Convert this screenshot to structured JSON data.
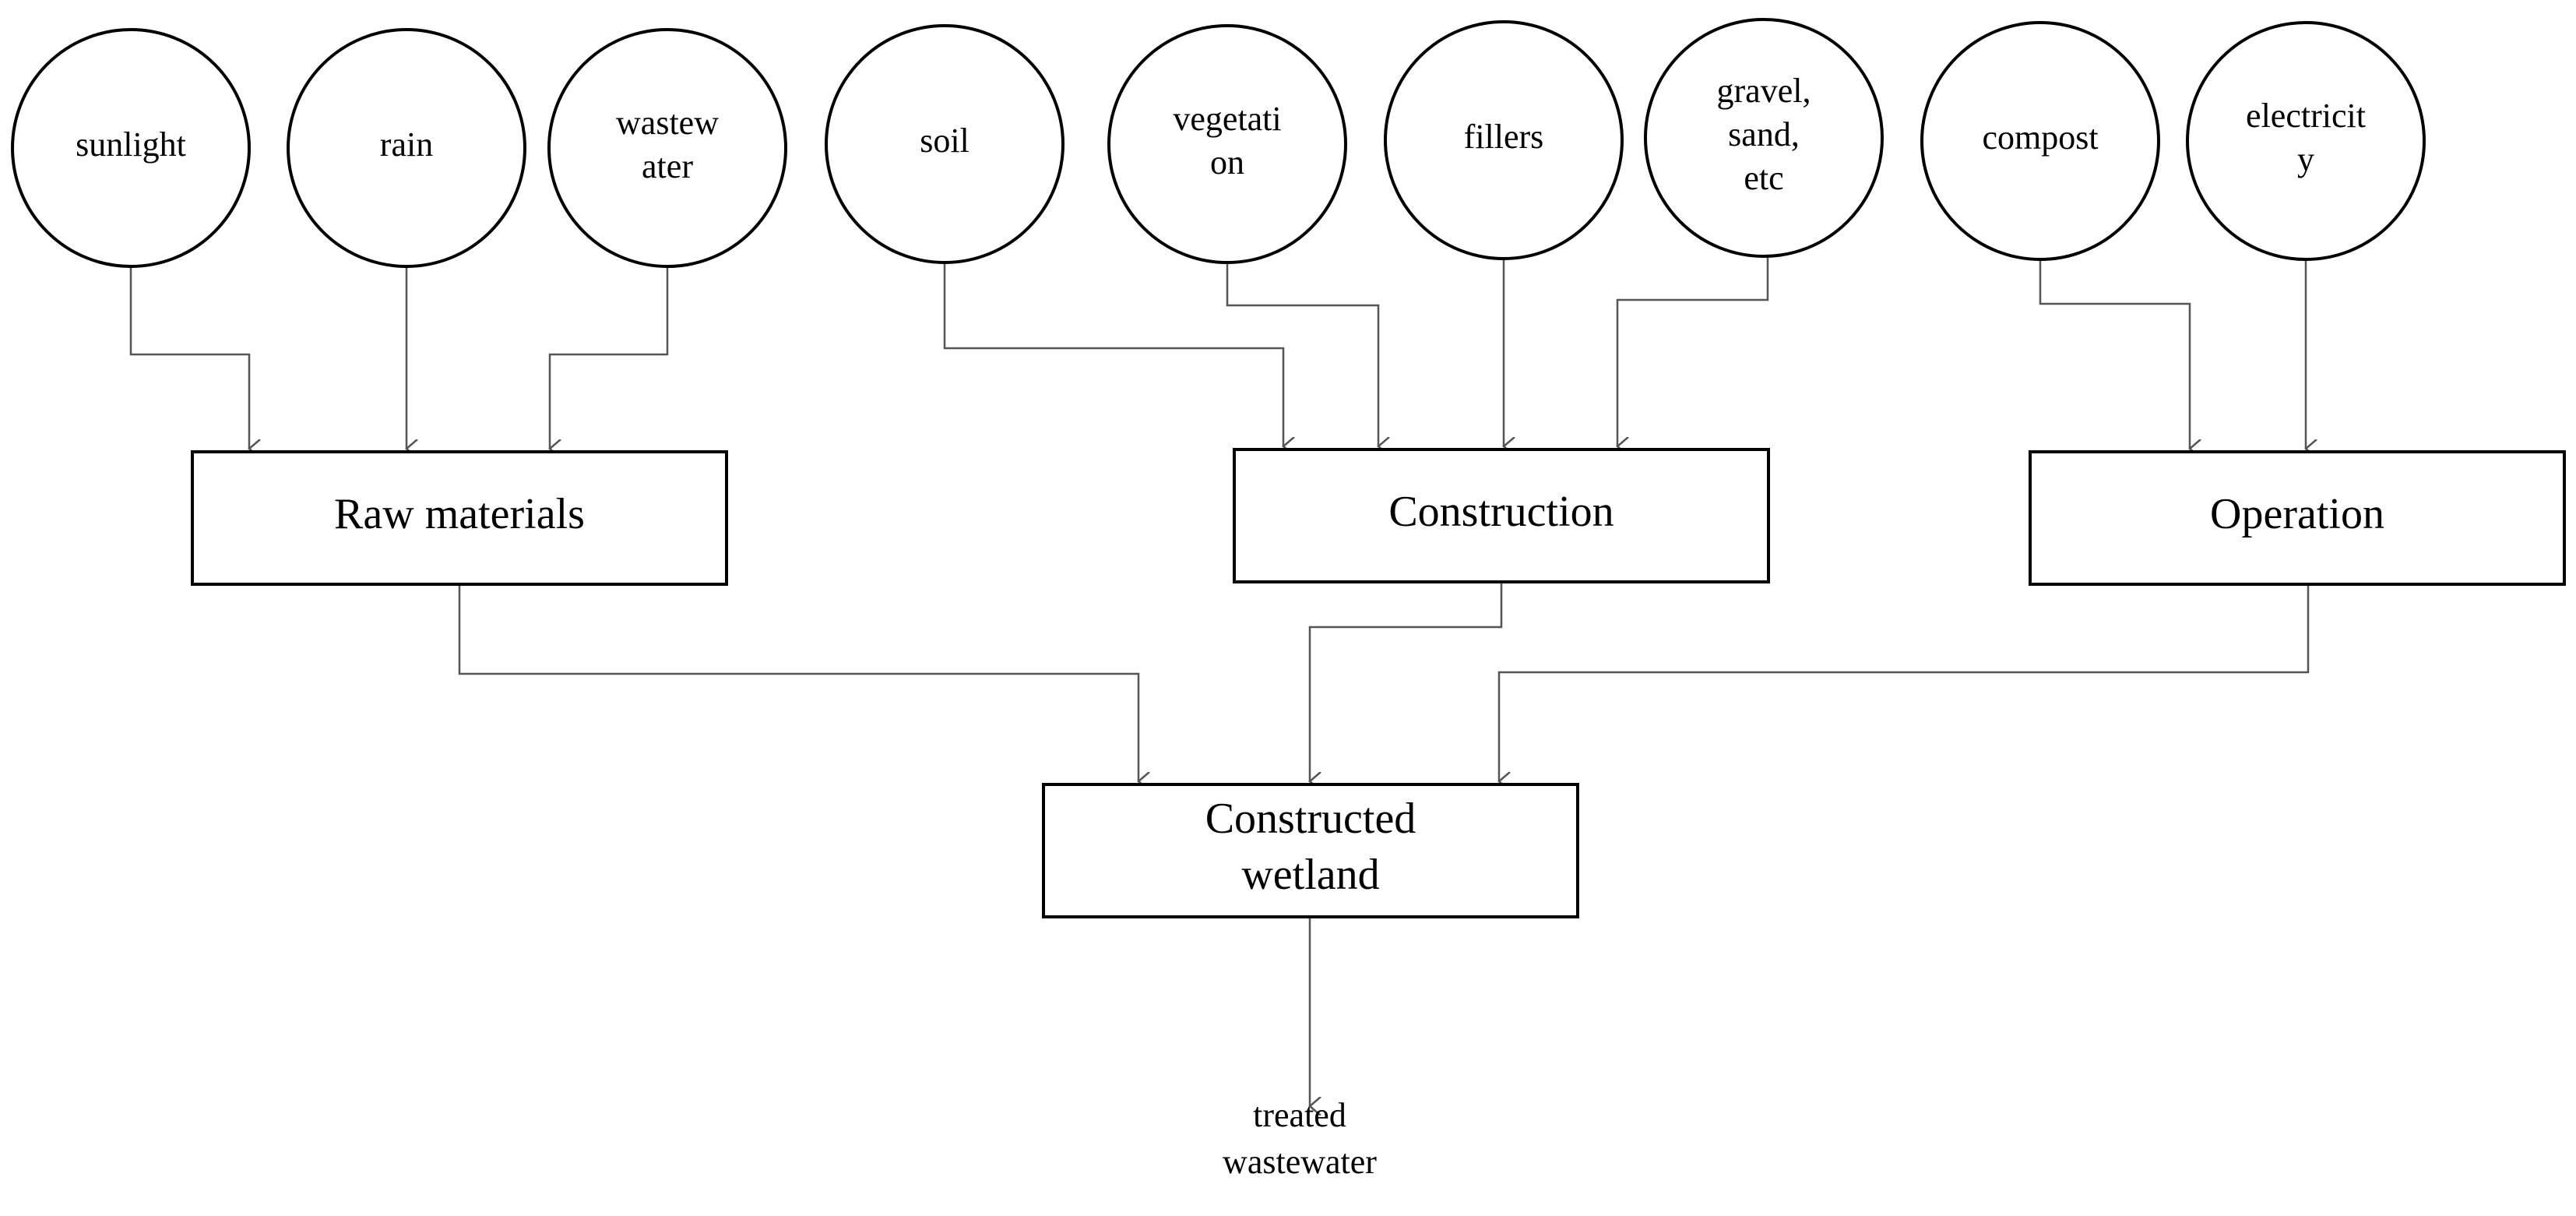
{
  "inputs": [
    {
      "id": "sunlight",
      "lines": [
        "sunlight"
      ]
    },
    {
      "id": "rain",
      "lines": [
        "rain"
      ]
    },
    {
      "id": "wastewater",
      "lines": [
        "wastew",
        "ater"
      ]
    },
    {
      "id": "soil",
      "lines": [
        "soil"
      ]
    },
    {
      "id": "vegetation",
      "lines": [
        "vegetati",
        "on"
      ]
    },
    {
      "id": "fillers",
      "lines": [
        "fillers"
      ]
    },
    {
      "id": "gravel",
      "lines": [
        "gravel,",
        "sand,",
        "etc"
      ]
    },
    {
      "id": "compost",
      "lines": [
        "compost"
      ]
    },
    {
      "id": "electricity",
      "lines": [
        "electricit",
        "y"
      ]
    }
  ],
  "stages": [
    {
      "id": "raw",
      "lines": [
        "Raw materials"
      ]
    },
    {
      "id": "construction",
      "lines": [
        "Construction"
      ]
    },
    {
      "id": "operation",
      "lines": [
        "Operation"
      ]
    }
  ],
  "system": {
    "id": "wetland",
    "lines": [
      "Constructed",
      "wetland"
    ]
  },
  "output": {
    "id": "treated",
    "lines": [
      "treated",
      "wastewater"
    ]
  },
  "colors": {
    "stroke": "#000000",
    "connector": "#555555",
    "text": "#000000"
  }
}
